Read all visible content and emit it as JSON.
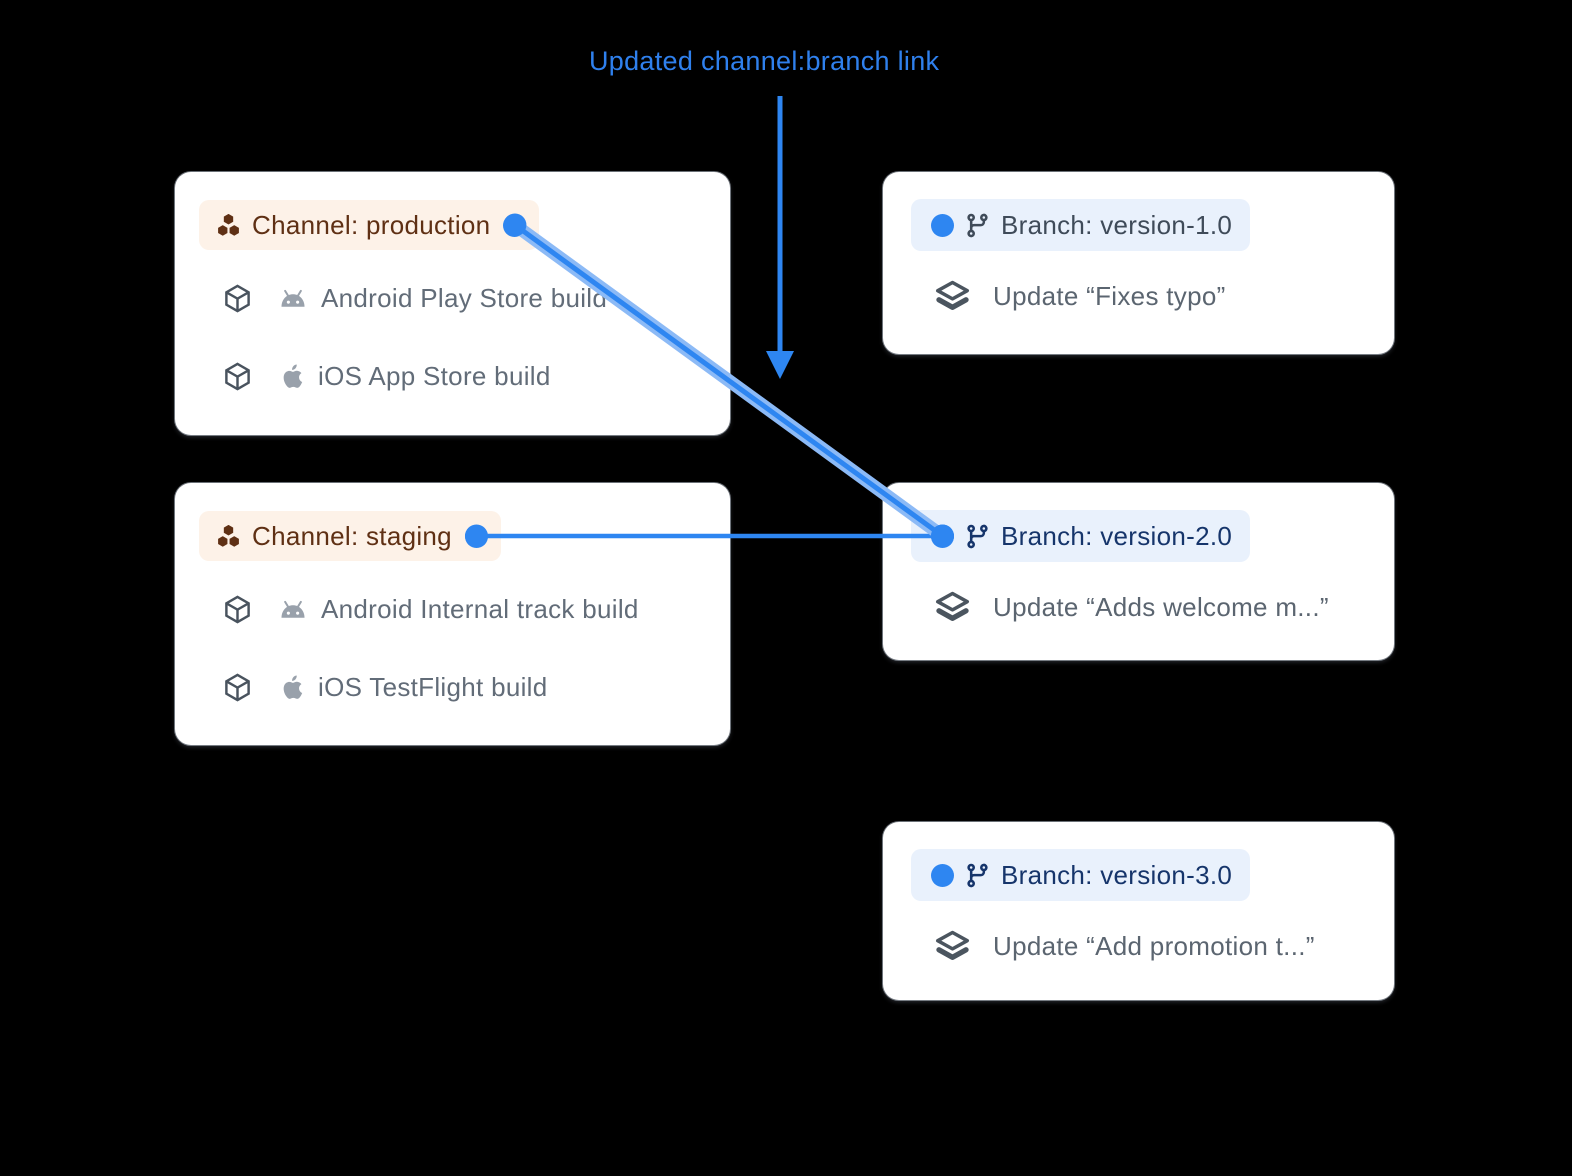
{
  "annotation": {
    "label": "Updated channel:branch link"
  },
  "colors": {
    "background": "#000000",
    "card_bg": "#ffffff",
    "accent_blue": "#2e86f1",
    "annotation_blue": "#2f80ed",
    "link_highlight_outer": "#8cbaf6",
    "channel_pill_bg": "#fdf2e8",
    "channel_text": "#5f3014",
    "branch_pill_bg": "#e9f1fc",
    "branch_text_default": "#3f4b59",
    "branch_text_linked": "#16356b",
    "build_text": "#626c78",
    "update_text": "#5b6570"
  },
  "channels": [
    {
      "id": "production",
      "label": "Channel: production",
      "builds": [
        {
          "platform": "android",
          "label": "Android Play Store build"
        },
        {
          "platform": "ios",
          "label": "iOS App Store build"
        }
      ]
    },
    {
      "id": "staging",
      "label": "Channel: staging",
      "builds": [
        {
          "platform": "android",
          "label": "Android Internal track build"
        },
        {
          "platform": "ios",
          "label": "iOS TestFlight build"
        }
      ]
    }
  ],
  "branches": [
    {
      "id": "version-1.0",
      "label": "Branch: version-1.0",
      "update": "Update “Fixes typo”"
    },
    {
      "id": "version-2.0",
      "label": "Branch: version-2.0",
      "update": "Update “Adds welcome m...”"
    },
    {
      "id": "version-3.0",
      "label": "Branch: version-3.0",
      "update": "Update “Add promotion t...”"
    }
  ],
  "links": [
    {
      "from": "production",
      "to": "version-2.0",
      "style": "highlighted"
    },
    {
      "from": "staging",
      "to": "version-2.0",
      "style": "normal"
    }
  ]
}
